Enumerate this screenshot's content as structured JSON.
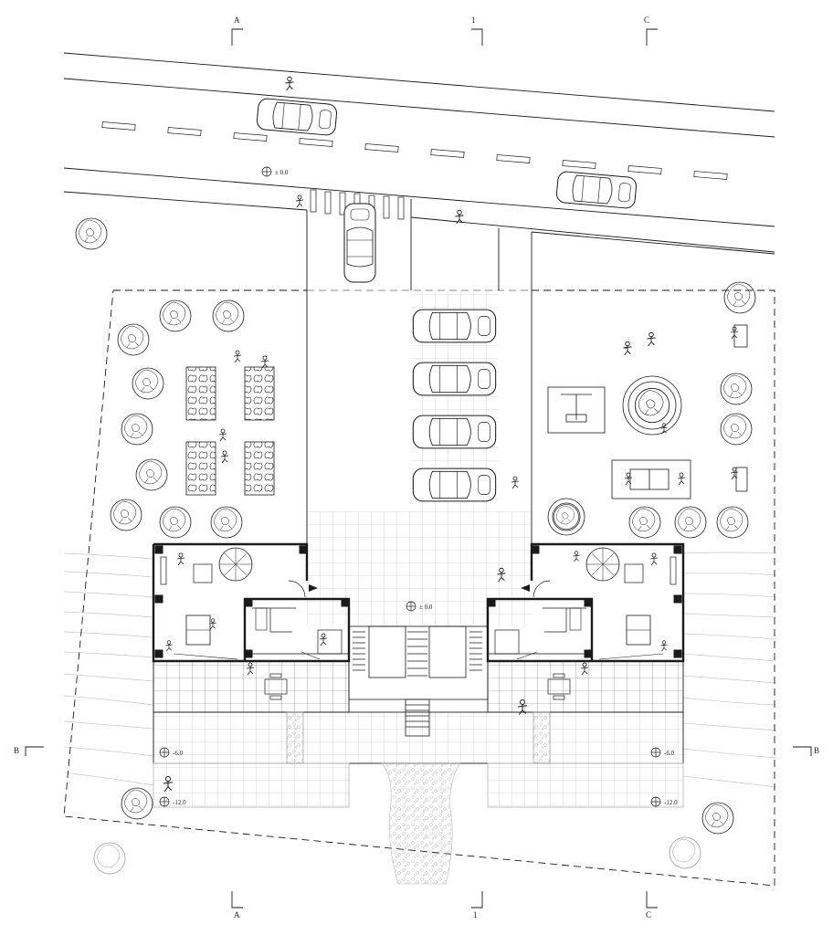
{
  "section_marks": {
    "top_left": "A",
    "top_center": "1",
    "top_right": "C",
    "bottom_left": "A",
    "bottom_center": "1",
    "bottom_right": "C",
    "left_mid": "B",
    "right_mid": "B"
  },
  "levels": {
    "street": "± 0.0",
    "courtyard": "± 0.0",
    "terrace_left": "-6.0",
    "terrace_right": "-6.0",
    "lower_left": "-12.0",
    "lower_right": "-12.0"
  },
  "colors": {
    "line": "#1a1a1a",
    "light_line": "#9a9a9a",
    "grid": "#bdbdbd",
    "background": "#ffffff"
  },
  "icons": [
    "car-icon",
    "tree-icon",
    "person-icon",
    "cyclist-icon",
    "playground-icon",
    "ping-pong-table-icon",
    "bench-icon",
    "spiral-stair-icon",
    "level-marker-icon",
    "section-arrow-icon"
  ]
}
